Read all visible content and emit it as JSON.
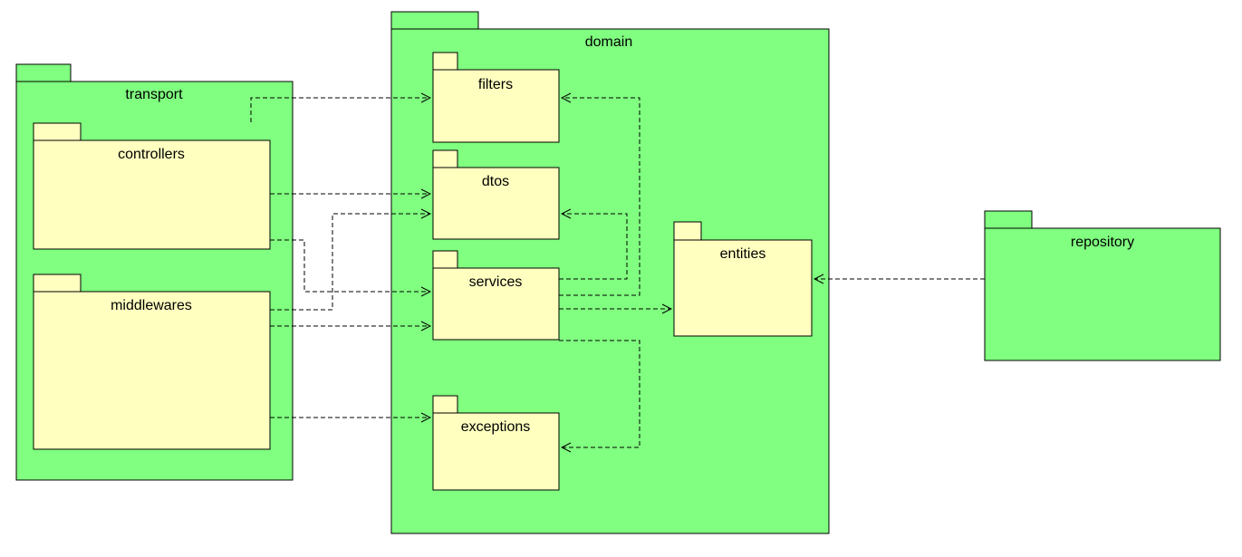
{
  "diagram": {
    "type": "uml-package-diagram",
    "colors": {
      "outer_package_fill": "#80ff80",
      "inner_package_fill": "#ffffc0",
      "stroke": "#000000"
    },
    "packages": {
      "transport": "transport",
      "controllers": "controllers",
      "middlewares": "middlewares",
      "domain": "domain",
      "filters": "filters",
      "dtos": "dtos",
      "services": "services",
      "exceptions": "exceptions",
      "entities": "entities",
      "repository": "repository"
    },
    "dependencies": [
      {
        "from": "transport",
        "to": "filters"
      },
      {
        "from": "controllers",
        "to": "dtos"
      },
      {
        "from": "controllers",
        "to": "services"
      },
      {
        "from": "middlewares",
        "to": "dtos"
      },
      {
        "from": "middlewares",
        "to": "services"
      },
      {
        "from": "middlewares",
        "to": "exceptions"
      },
      {
        "from": "services",
        "to": "filters"
      },
      {
        "from": "services",
        "to": "dtos"
      },
      {
        "from": "services",
        "to": "entities"
      },
      {
        "from": "services",
        "to": "exceptions"
      },
      {
        "from": "repository",
        "to": "entities"
      }
    ]
  }
}
